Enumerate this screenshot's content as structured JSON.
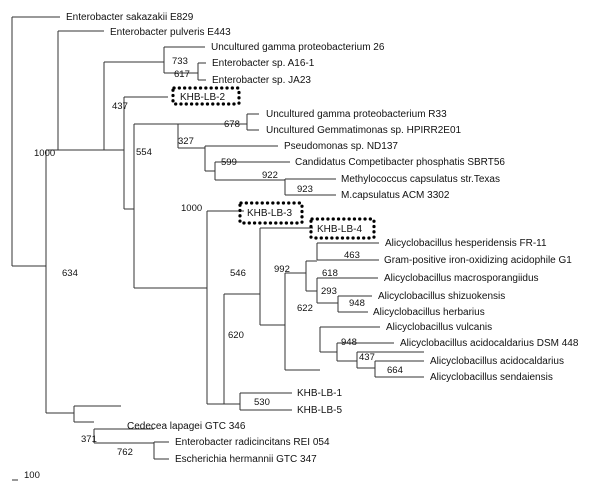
{
  "tree": {
    "taxa": {
      "sakazakii": "Enterobacter sakazakii E829",
      "pulveris": "Enterobacter pulveris E443",
      "ugp26": "Uncultured gamma proteobacterium 26",
      "a16": "Enterobacter sp. A16-1",
      "ja23": "Enterobacter sp. JA23",
      "khb2": "KHB-LB-2",
      "ugpr33": "Uncultured gamma proteobacterium R33",
      "gemma": "Uncultured Gemmatimonas sp. HPIRR2E01",
      "pseudo": "Pseudomonas sp. ND137",
      "compet": "Candidatus Competibacter phosphatis SBRT56",
      "methylo": "Methylococcus capsulatus str.Texas",
      "mcaps": "M.capsulatus ACM 3302",
      "khb3": "KHB-LB-3",
      "khb4": "KHB-LB-4",
      "hesp": "Alicyclobacillus hesperidensis FR-11",
      "gram": "Gram-positive iron-oxidizing acidophile G1",
      "macro": "Alicyclobacillus macrosporangiidus",
      "shizu": "Alicyclobacillus shizuokensis",
      "herb": "Alicyclobacillus herbarius",
      "vulc": "Alicyclobacillus vulcanis",
      "dsm448": "Alicyclobacillus acidocaldarius DSM 448",
      "acido": "Alicyclobacillus acidocaldarius",
      "send": "Alicyclobacillus sendaiensis",
      "khb1": "KHB-LB-1",
      "khb5": "KHB-LB-5",
      "cede": "Cedecea lapagei GTC 346",
      "radi": "Enterobacter radicincitans REI 054",
      "esch": "Escherichia hermannii GTC 347"
    },
    "bootstrap": {
      "b733": "733",
      "b617": "617",
      "b437": "437",
      "b678": "678",
      "b327": "327",
      "b599": "599",
      "b922": "922",
      "b923": "923",
      "b554": "554",
      "b1000a": "1000",
      "b1000b": "1000",
      "b463": "463",
      "b992": "992",
      "b618": "618",
      "b293": "293",
      "b948a": "948",
      "b622": "622",
      "b546": "546",
      "b948b": "948",
      "b437b": "437",
      "b664": "664",
      "b620": "620",
      "b530": "530",
      "b634": "634",
      "b371": "371",
      "b762": "762"
    },
    "scale_label": "100"
  }
}
